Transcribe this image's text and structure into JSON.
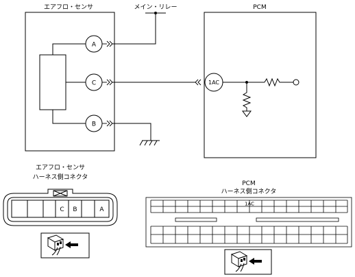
{
  "schematic": {
    "sensor_label": "エアフロ・センサ",
    "relay_label": "メイン・リレー",
    "pcm_label": "PCM",
    "terminals": {
      "a": "A",
      "b": "B",
      "c": "C"
    },
    "pcm_terminal": "1AC"
  },
  "sensor_harness": {
    "title_line1": "エアフロ・センサ",
    "title_line2": "ハーネス側コネクタ",
    "pins": [
      "C",
      "B",
      "A"
    ]
  },
  "pcm_harness": {
    "title_line1": "PCM",
    "title_line2": "ハーネス側コネクタ",
    "pin_label": "1AC"
  }
}
